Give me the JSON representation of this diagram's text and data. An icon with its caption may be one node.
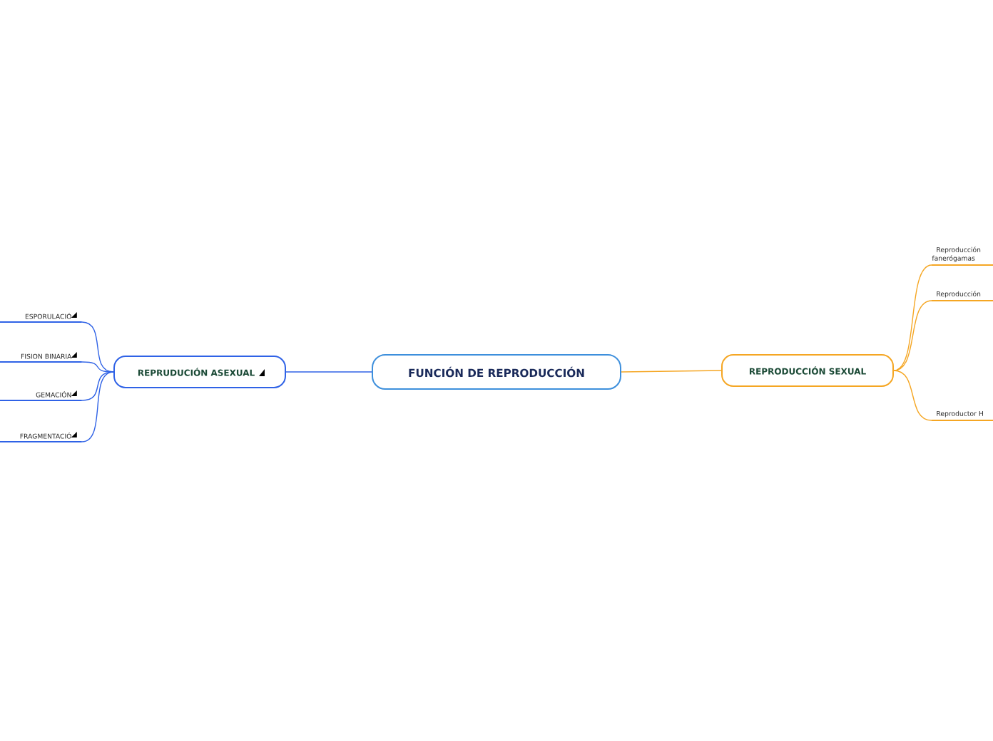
{
  "diagram": {
    "nodes": [
      {
        "text": [
          "FUNCIÓN DE REPRODUCCIÓN"
        ]
      },
      {
        "text": [
          "REPRODUCCIÓN SEXUAL"
        ]
      },
      {
        "text": [
          "REPRUDUCIÓN ASEXUAL"
        ]
      },
      {
        "text": [
          "ESPORULACIÓ"
        ]
      },
      {
        "text": [
          "FISION BINARIA"
        ]
      },
      {
        "text": [
          "GEMACIÓN"
        ]
      },
      {
        "text": [
          "FRAGMENTACIÓ"
        ]
      },
      {
        "text": [
          "Reproducción fanerógamas"
        ]
      },
      {
        "text": [
          "Reproducción"
        ]
      },
      {
        "text": [
          "Reproductor H"
        ]
      }
    ],
    "edges": [
      {
        "from": 0,
        "to": 1,
        "arrow": "none",
        "color": "#f5a623"
      },
      {
        "from": 0,
        "to": 2,
        "arrow": "none"
      },
      {
        "from": 2,
        "to": 3,
        "arrow": "none"
      },
      {
        "from": 2,
        "to": 4,
        "arrow": "none"
      },
      {
        "from": 2,
        "to": 5,
        "arrow": "none"
      },
      {
        "from": 2,
        "to": 6,
        "arrow": "none"
      },
      {
        "from": 1,
        "to": 7,
        "arrow": "none",
        "color": "#f5a623"
      },
      {
        "from": 1,
        "to": 8,
        "arrow": "none",
        "color": "#f5a623"
      },
      {
        "from": 1,
        "to": 9,
        "arrow": "none",
        "color": "#f5a623"
      }
    ]
  }
}
